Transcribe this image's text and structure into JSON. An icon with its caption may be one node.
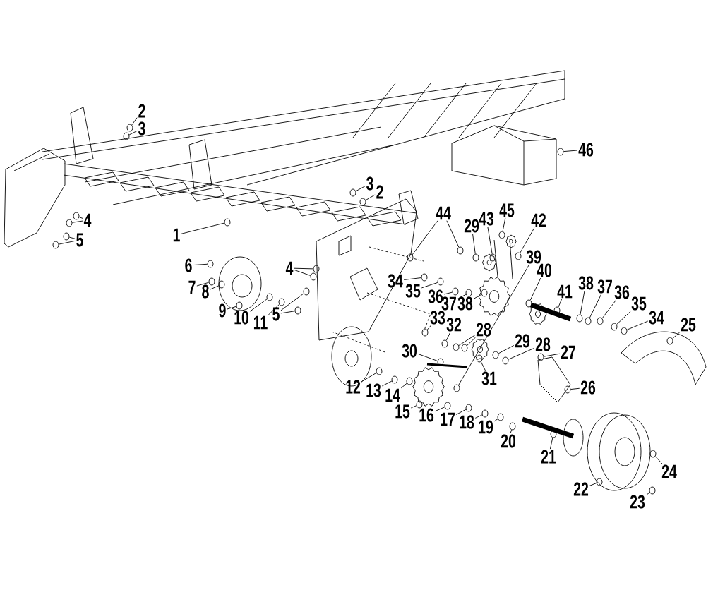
{
  "diagram": {
    "nodes": [
      {
        "text": [
          "2"
        ]
      },
      {
        "text": [
          "3"
        ]
      },
      {
        "text": [
          "46"
        ]
      },
      {
        "text": [
          "3"
        ]
      },
      {
        "text": [
          "2"
        ]
      },
      {
        "text": [
          "44"
        ]
      },
      {
        "text": [
          "29"
        ]
      },
      {
        "text": [
          "43"
        ]
      },
      {
        "text": [
          "45"
        ]
      },
      {
        "text": [
          "42"
        ]
      },
      {
        "text": [
          "4"
        ]
      },
      {
        "text": [
          "1"
        ]
      },
      {
        "text": [
          "5"
        ]
      },
      {
        "text": [
          "39"
        ]
      },
      {
        "text": [
          "6"
        ]
      },
      {
        "text": [
          "4"
        ]
      },
      {
        "text": [
          "40"
        ]
      },
      {
        "text": [
          "34"
        ]
      },
      {
        "text": [
          "38"
        ]
      },
      {
        "text": [
          "37"
        ]
      },
      {
        "text": [
          "7"
        ]
      },
      {
        "text": [
          "8"
        ]
      },
      {
        "text": [
          "35"
        ]
      },
      {
        "text": [
          "41"
        ]
      },
      {
        "text": [
          "36"
        ]
      },
      {
        "text": [
          "36"
        ]
      },
      {
        "text": [
          "37"
        ]
      },
      {
        "text": [
          "38"
        ]
      },
      {
        "text": [
          "35"
        ]
      },
      {
        "text": [
          "9"
        ]
      },
      {
        "text": [
          "5"
        ]
      },
      {
        "text": [
          "10"
        ]
      },
      {
        "text": [
          "34"
        ]
      },
      {
        "text": [
          "33"
        ]
      },
      {
        "text": [
          "11"
        ]
      },
      {
        "text": [
          "25"
        ]
      },
      {
        "text": [
          "32"
        ]
      },
      {
        "text": [
          "28"
        ]
      },
      {
        "text": [
          "29"
        ]
      },
      {
        "text": [
          "28"
        ]
      },
      {
        "text": [
          "30"
        ]
      },
      {
        "text": [
          "27"
        ]
      },
      {
        "text": [
          "31"
        ]
      },
      {
        "text": [
          "12"
        ]
      },
      {
        "text": [
          "26"
        ]
      },
      {
        "text": [
          "13"
        ]
      },
      {
        "text": [
          "14"
        ]
      },
      {
        "text": [
          "15"
        ]
      },
      {
        "text": [
          "16"
        ]
      },
      {
        "text": [
          "17"
        ]
      },
      {
        "text": [
          "18"
        ]
      },
      {
        "text": [
          "19"
        ]
      },
      {
        "text": [
          "20"
        ]
      },
      {
        "text": [
          "21"
        ]
      },
      {
        "text": [
          "24"
        ]
      },
      {
        "text": [
          "22"
        ]
      },
      {
        "text": [
          "23"
        ]
      },
      {
        "text": [],
        "shape": "circle"
      },
      {
        "text": [],
        "shape": "circle"
      },
      {
        "text": [],
        "shape": "circle"
      },
      {
        "text": [],
        "shape": "circle"
      },
      {
        "text": [],
        "shape": "circle"
      },
      {
        "text": [],
        "shape": "circle"
      },
      {
        "text": [],
        "shape": "circle"
      },
      {
        "text": [],
        "shape": "circle"
      },
      {
        "text": [],
        "shape": "circle"
      },
      {
        "text": [],
        "shape": "circle"
      },
      {
        "text": [],
        "shape": "circle"
      },
      {
        "text": [],
        "shape": "circle"
      },
      {
        "text": [],
        "shape": "circle"
      },
      {
        "text": [],
        "shape": "circle"
      },
      {
        "text": [],
        "shape": "circle"
      },
      {
        "text": [],
        "shape": "circle"
      },
      {
        "text": [],
        "shape": "circle"
      },
      {
        "text": [],
        "shape": "circle"
      },
      {
        "text": [],
        "shape": "circle"
      },
      {
        "text": [],
        "shape": "circle"
      },
      {
        "text": [],
        "shape": "circle"
      },
      {
        "text": [],
        "shape": "circle"
      },
      {
        "text": [],
        "shape": "circle"
      },
      {
        "text": [],
        "shape": "circle"
      },
      {
        "text": [],
        "shape": "circle"
      },
      {
        "text": [],
        "shape": "circle"
      },
      {
        "text": [],
        "shape": "circle"
      },
      {
        "text": [],
        "shape": "circle"
      },
      {
        "text": [],
        "shape": "circle"
      },
      {
        "text": [],
        "shape": "circle"
      },
      {
        "text": [],
        "shape": "circle"
      },
      {
        "text": [],
        "shape": "circle"
      },
      {
        "text": [],
        "shape": "circle"
      },
      {
        "text": [],
        "shape": "circle"
      },
      {
        "text": [],
        "shape": "circle"
      },
      {
        "text": [],
        "shape": "circle"
      },
      {
        "text": [],
        "shape": "circle"
      },
      {
        "text": [],
        "shape": "circle"
      },
      {
        "text": [],
        "shape": "circle"
      },
      {
        "text": [],
        "shape": "circle"
      },
      {
        "text": [],
        "shape": "circle"
      },
      {
        "text": [],
        "shape": "circle"
      },
      {
        "text": [],
        "shape": "circle"
      },
      {
        "text": [],
        "shape": "circle"
      },
      {
        "text": [],
        "shape": "circle"
      },
      {
        "text": [],
        "shape": "circle"
      },
      {
        "text": [],
        "shape": "circle"
      },
      {
        "text": [],
        "shape": "circle"
      },
      {
        "text": [],
        "shape": "circle"
      },
      {
        "text": [],
        "shape": "circle"
      },
      {
        "text": [],
        "shape": "circle"
      },
      {
        "text": [],
        "shape": "circle"
      },
      {
        "text": [],
        "shape": "circle"
      },
      {
        "text": [],
        "shape": "circle"
      },
      {
        "text": [],
        "shape": "circle"
      },
      {
        "text": [],
        "shape": "circle"
      },
      {
        "text": [],
        "shape": "circle"
      },
      {
        "text": [],
        "shape": "circle"
      },
      {
        "text": [],
        "shape": "circle"
      },
      {
        "text": [],
        "shape": "circle"
      },
      {
        "text": [],
        "shape": "circle"
      },
      {
        "text": [],
        "shape": "circle"
      },
      {
        "text": [],
        "shape": "circle"
      }
    ],
    "edges": [
      {
        "from": 0,
        "to": 62,
        "arrow": "none"
      },
      {
        "from": 1,
        "to": 61,
        "arrow": "none"
      },
      {
        "from": 2,
        "to": 109,
        "arrow": "none"
      },
      {
        "from": 3,
        "to": 74,
        "arrow": "none"
      },
      {
        "from": 4,
        "to": 75,
        "arrow": "none"
      },
      {
        "from": 5,
        "to": 90,
        "arrow": "none"
      },
      {
        "from": 5,
        "to": 79,
        "arrow": "none"
      },
      {
        "from": 6,
        "to": 94,
        "arrow": "none"
      },
      {
        "from": 7,
        "to": 98,
        "arrow": "none"
      },
      {
        "from": 8,
        "to": 101,
        "arrow": "none"
      },
      {
        "from": 9,
        "to": 104,
        "arrow": "none"
      },
      {
        "from": 10,
        "to": 60,
        "arrow": "none"
      },
      {
        "from": 10,
        "to": 59,
        "arrow": "none"
      },
      {
        "from": 11,
        "to": 66,
        "arrow": "none"
      },
      {
        "from": 12,
        "to": 58,
        "arrow": "none"
      },
      {
        "from": 12,
        "to": 57,
        "arrow": "none"
      },
      {
        "from": 13,
        "to": 89,
        "arrow": "none"
      },
      {
        "from": 14,
        "to": 63,
        "arrow": "none"
      },
      {
        "from": 15,
        "to": 73,
        "arrow": "none"
      },
      {
        "from": 15,
        "to": 72,
        "arrow": "none"
      },
      {
        "from": 16,
        "to": 105,
        "arrow": "none"
      },
      {
        "from": 17,
        "to": 81,
        "arrow": "none"
      },
      {
        "from": 18,
        "to": 111,
        "arrow": "none"
      },
      {
        "from": 19,
        "to": 112,
        "arrow": "none"
      },
      {
        "from": 20,
        "to": 64,
        "arrow": "none"
      },
      {
        "from": 21,
        "to": 65,
        "arrow": "none"
      },
      {
        "from": 22,
        "to": 83,
        "arrow": "none"
      },
      {
        "from": 23,
        "to": 108,
        "arrow": "none"
      },
      {
        "from": 24,
        "to": 114,
        "arrow": "none"
      },
      {
        "from": 25,
        "to": 87,
        "arrow": "none"
      },
      {
        "from": 26,
        "to": 92,
        "arrow": "none"
      },
      {
        "from": 27,
        "to": 96,
        "arrow": "none"
      },
      {
        "from": 28,
        "to": 115,
        "arrow": "none"
      },
      {
        "from": 29,
        "to": 67,
        "arrow": "none"
      },
      {
        "from": 30,
        "to": 71,
        "arrow": "none"
      },
      {
        "from": 30,
        "to": 70,
        "arrow": "none"
      },
      {
        "from": 31,
        "to": 68,
        "arrow": "none"
      },
      {
        "from": 32,
        "to": 116,
        "arrow": "none"
      },
      {
        "from": 33,
        "to": 82,
        "arrow": "none"
      },
      {
        "from": 34,
        "to": 69,
        "arrow": "none"
      },
      {
        "from": 35,
        "to": 119,
        "arrow": "none"
      },
      {
        "from": 36,
        "to": 85,
        "arrow": "none"
      },
      {
        "from": 37,
        "to": 88,
        "arrow": "none"
      },
      {
        "from": 37,
        "to": 91,
        "arrow": "none"
      },
      {
        "from": 38,
        "to": 99,
        "arrow": "none"
      },
      {
        "from": 39,
        "to": 102,
        "arrow": "none"
      },
      {
        "from": 40,
        "to": 84,
        "arrow": "none"
      },
      {
        "from": 41,
        "to": 106,
        "arrow": "none"
      },
      {
        "from": 42,
        "to": 95,
        "arrow": "none"
      },
      {
        "from": 43,
        "to": 76,
        "arrow": "none"
      },
      {
        "from": 44,
        "to": 110,
        "arrow": "none"
      },
      {
        "from": 45,
        "to": 77,
        "arrow": "none"
      },
      {
        "from": 46,
        "to": 78,
        "arrow": "none"
      },
      {
        "from": 47,
        "to": 80,
        "arrow": "none"
      },
      {
        "from": 48,
        "to": 86,
        "arrow": "none"
      },
      {
        "from": 49,
        "to": 93,
        "arrow": "none"
      },
      {
        "from": 50,
        "to": 97,
        "arrow": "none"
      },
      {
        "from": 51,
        "to": 100,
        "arrow": "none"
      },
      {
        "from": 52,
        "to": 103,
        "arrow": "none"
      },
      {
        "from": 53,
        "to": 107,
        "arrow": "none"
      },
      {
        "from": 54,
        "to": 118,
        "arrow": "none"
      },
      {
        "from": 55,
        "to": 113,
        "arrow": "none"
      },
      {
        "from": 56,
        "to": 117,
        "arrow": "none"
      }
    ]
  }
}
